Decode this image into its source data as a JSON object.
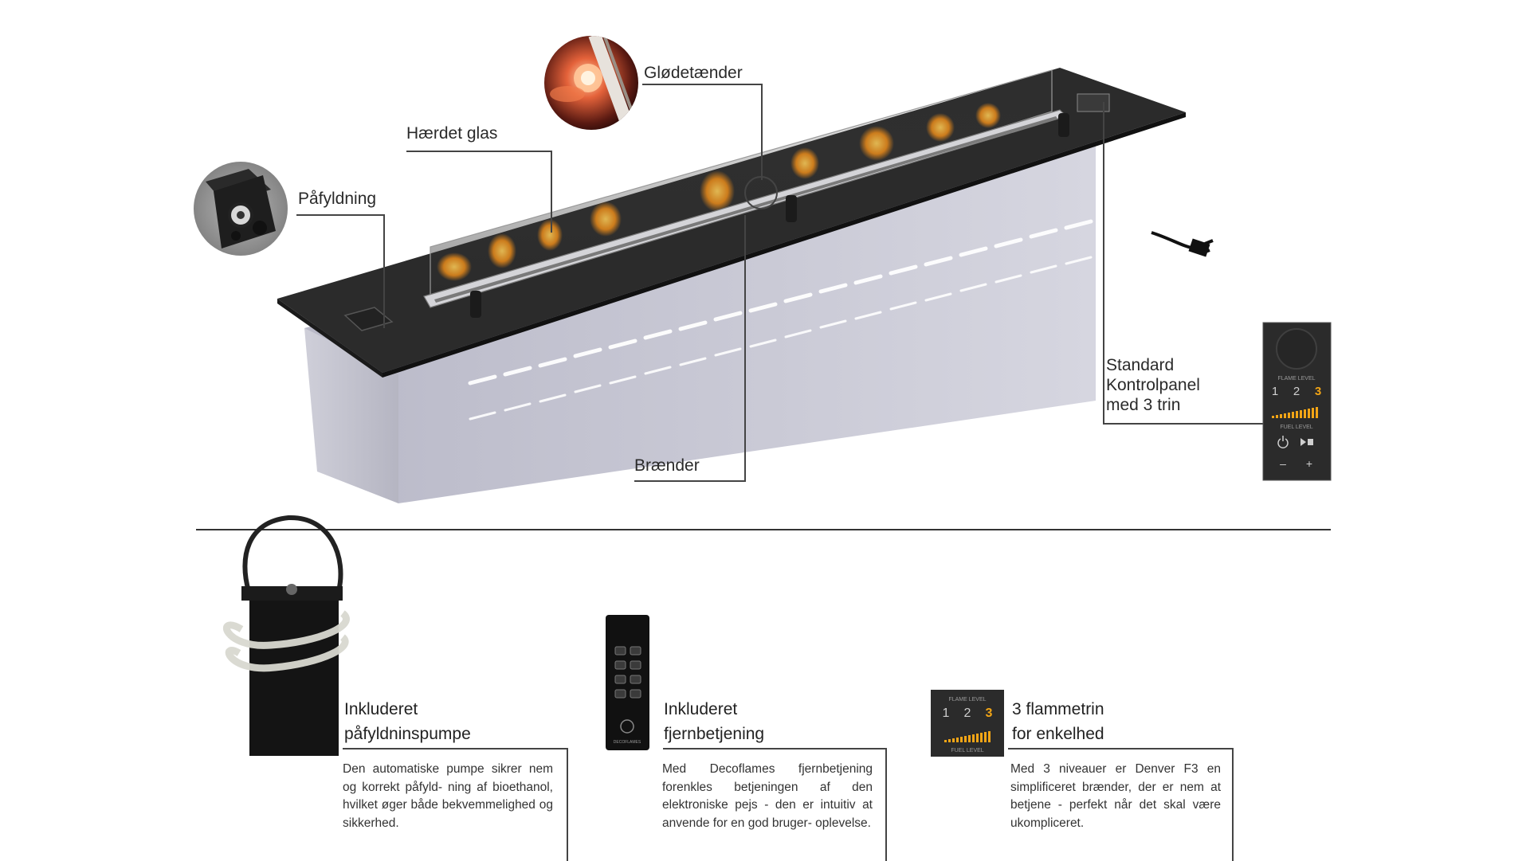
{
  "callouts": {
    "refill": "Påfyldning",
    "glass": "Hærdet glas",
    "embers": "Glødetænder",
    "burner": "Brænder",
    "panel": [
      "Standard",
      "Kontrolpanel",
      "med 3 trin"
    ]
  },
  "control_panel": {
    "flame_level_label": "FLAME LEVEL",
    "levels": [
      "1",
      "2",
      "3"
    ],
    "fuel_level_label": "FUEL LEVEL",
    "minus": "–",
    "plus": "+"
  },
  "features": [
    {
      "title": [
        "Inkluderet",
        "påfyldninspumpe"
      ],
      "text": "Den automatiske pumpe sikrer nem og korrekt påfyld- ning af bioethanol, hvilket øger både bekvemmelighed og sikkerhed."
    },
    {
      "title": [
        "Inkluderet",
        "fjernbetjening"
      ],
      "text": "Med Decoflames fjernbetjening forenkles betjeningen af den elektroniske pejs - den er intuitiv at anvende for en god bruger- oplevelse."
    },
    {
      "title": [
        "3 flammetrin",
        "for enkelhed"
      ],
      "text": "Med 3 niveauer er Denver F3 en simplificeret brænder, der er nem at betjene - perfekt når det skal være ukompliceret."
    }
  ],
  "remote": {
    "brand": "DECOFLAMES"
  },
  "colors": {
    "accent": "#f2a516",
    "line": "#444444",
    "steel": "#c9c9d6",
    "top": "#2b2b2b"
  }
}
